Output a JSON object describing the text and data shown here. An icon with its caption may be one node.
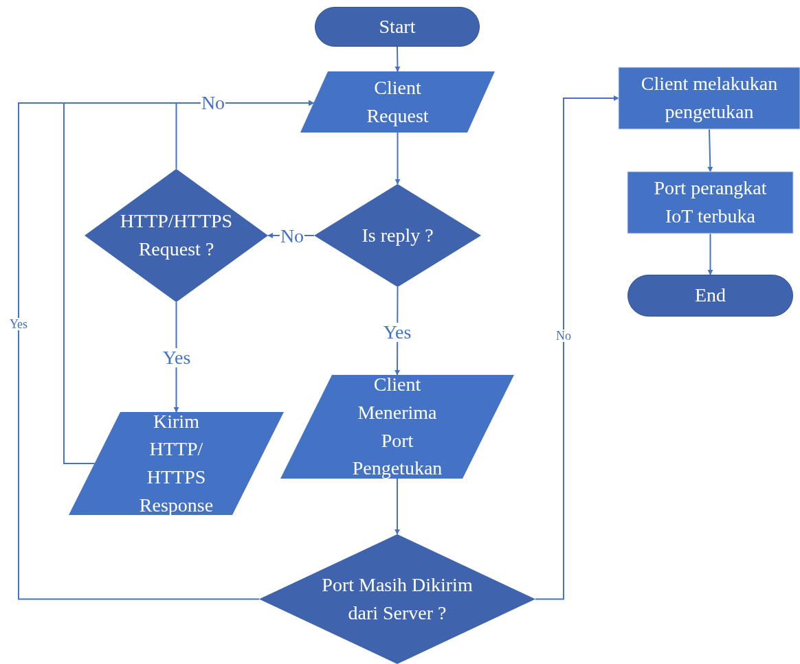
{
  "diagram": {
    "nodes": [
      {
        "text": [
          "Start"
        ]
      },
      {
        "text": [
          "Client Request"
        ]
      },
      {
        "text": [
          "Is reply ?"
        ]
      },
      {
        "text": [
          "HTTP/HTTPS Request ?"
        ]
      },
      {
        "text": [
          "Kirim HTTP/ HTTPS Response"
        ]
      },
      {
        "text": [
          "Client Menerima Port Pengetukan"
        ]
      },
      {
        "text": [
          "Port Masih Dikirim dari Server ?"
        ]
      },
      {
        "text": [
          "Client melakukan pengetukan"
        ]
      },
      {
        "text": [
          "Port perangkat IoT terbuka"
        ]
      },
      {
        "text": [
          "End"
        ]
      }
    ],
    "edges": [
      {
        "from": 0,
        "to": 1,
        "arrow": "to"
      },
      {
        "from": 1,
        "to": 2,
        "arrow": "to"
      },
      {
        "from": 2,
        "to": 3,
        "arrow": "to",
        "label": "No"
      },
      {
        "from": 3,
        "to": 1,
        "arrow": "to",
        "label": "No"
      },
      {
        "from": 3,
        "to": 4,
        "arrow": "to",
        "label": "Yes"
      },
      {
        "from": 4,
        "to": 1,
        "arrow": "to"
      },
      {
        "from": 2,
        "to": 5,
        "arrow": "to",
        "label": "Yes"
      },
      {
        "from": 5,
        "to": 6,
        "arrow": "to"
      },
      {
        "from": 6,
        "to": 1,
        "arrow": "to",
        "label": "Yes"
      },
      {
        "from": 6,
        "to": 7,
        "arrow": "to",
        "label": "No"
      },
      {
        "from": 7,
        "to": 8,
        "arrow": "to"
      },
      {
        "from": 8,
        "to": 9,
        "arrow": "to"
      }
    ]
  }
}
